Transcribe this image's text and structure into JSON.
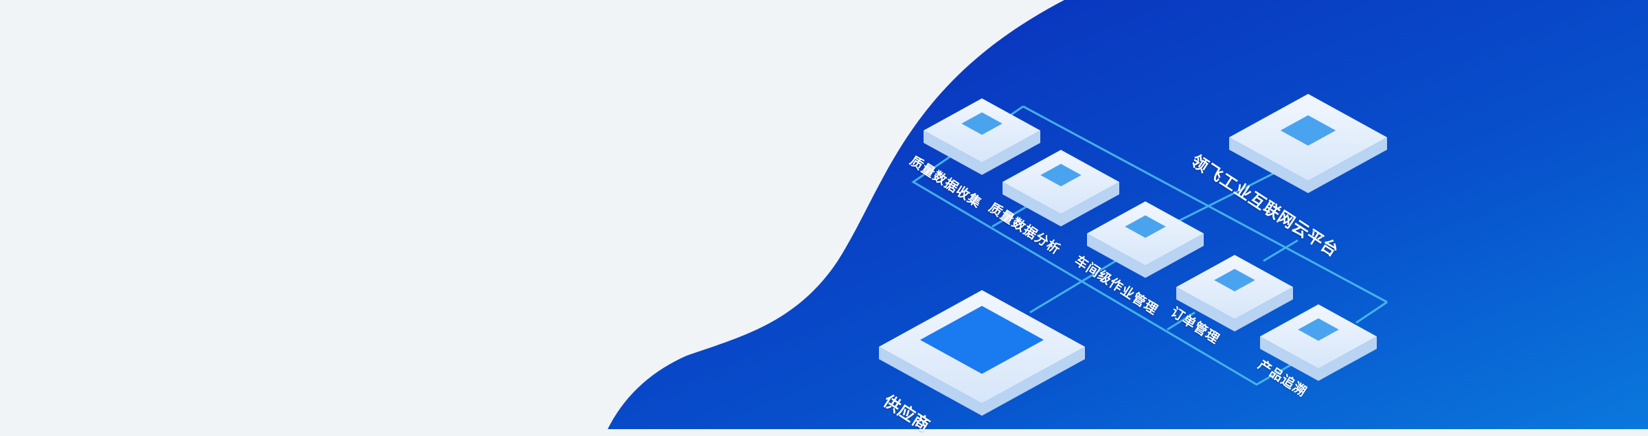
{
  "colors": {
    "background": "#f0f4f7",
    "blue_dark": "#0a2fc0",
    "blue_light": "#0a6fd6",
    "line": "#4fc3f0",
    "platform": "#e3eefb"
  },
  "nodes": {
    "data_collection": "质量数据收集",
    "data_analysis": "质量数据分析",
    "workshop": "车间级作业管理",
    "cloud_platform": "领飞工业互联网云平台",
    "order": "订单管理",
    "traceability": "产品追溯",
    "supplier": "供应商"
  }
}
